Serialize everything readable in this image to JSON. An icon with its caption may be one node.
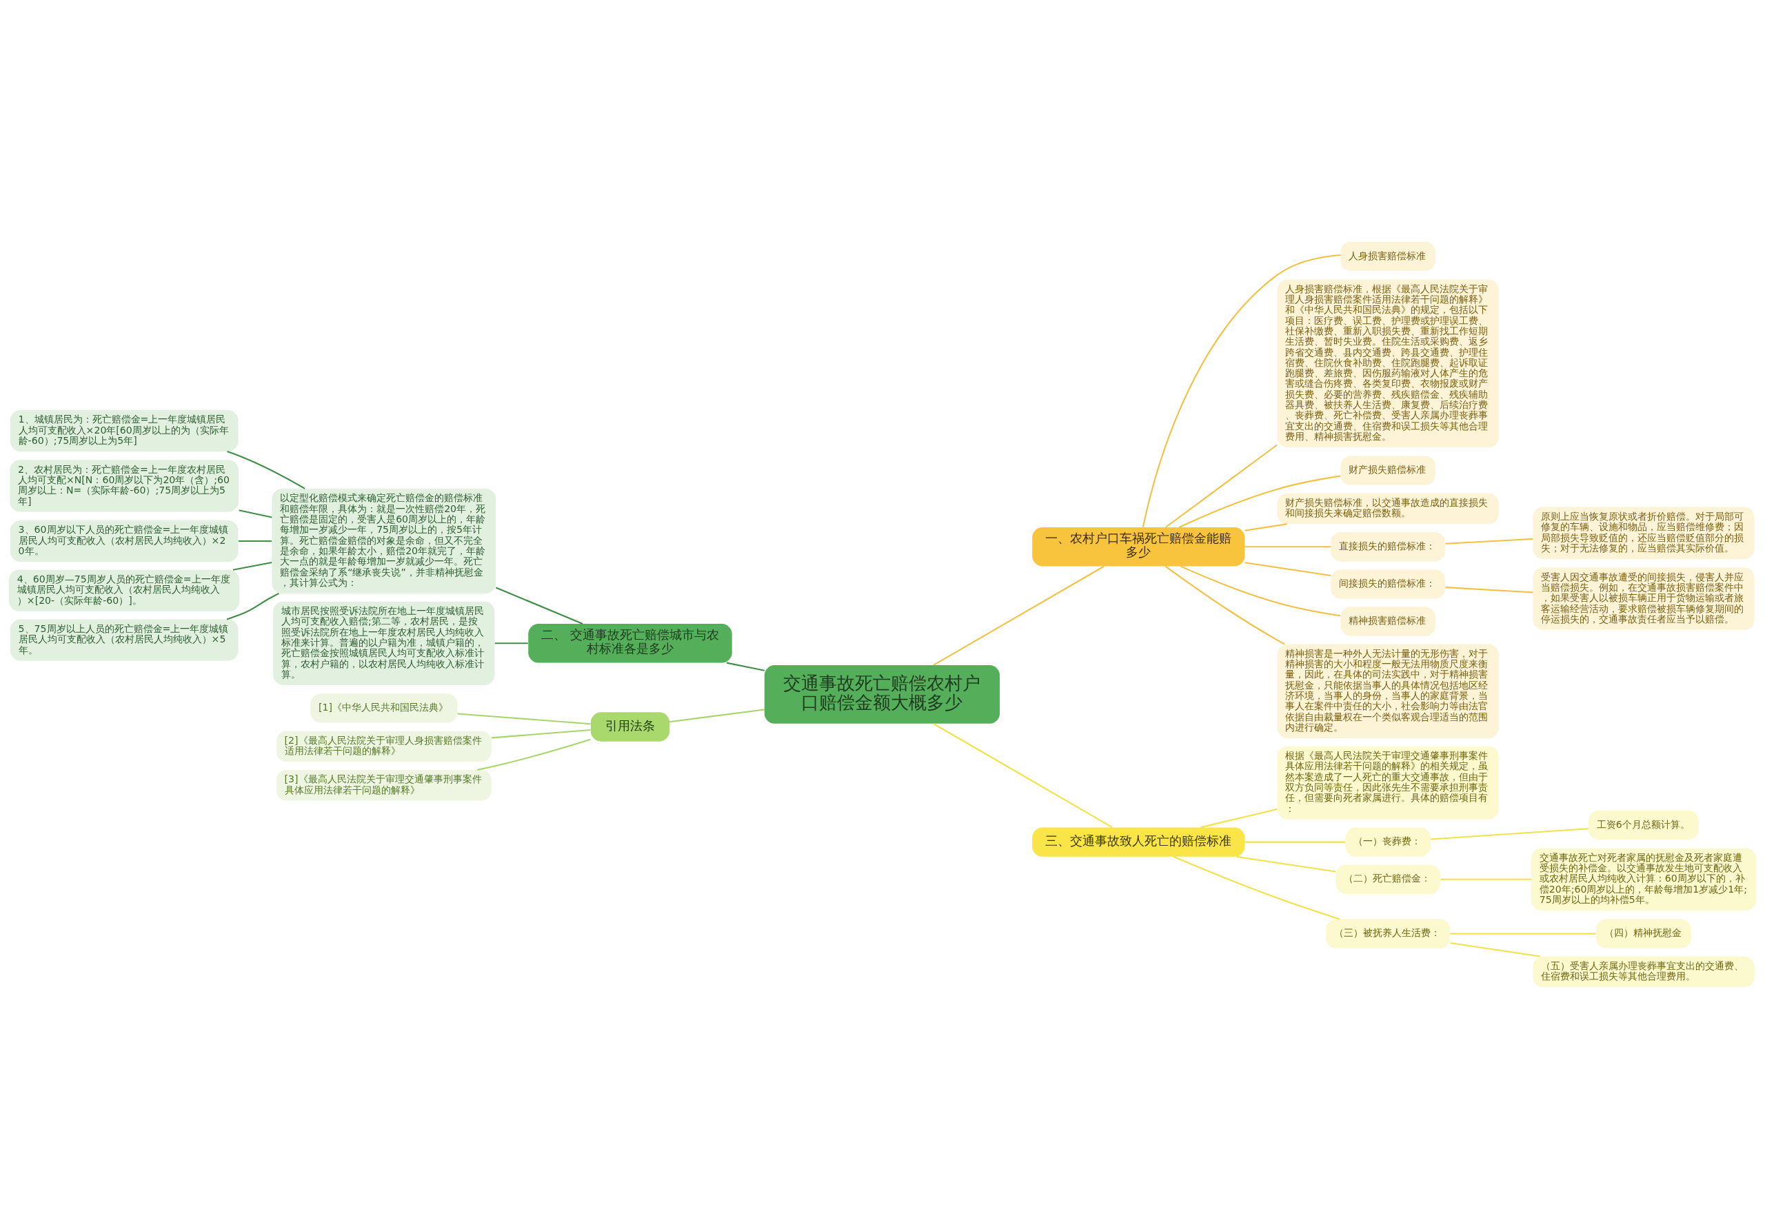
{
  "diagram": {
    "nodes": [
      {
        "text": [
          "交通事故死亡赔偿农村户口赔偿金额大概多少"
        ]
      },
      {
        "text": [
          "一、农村户口车祸死亡赔偿金能赔多少"
        ]
      },
      {
        "text": [
          "人身损害赔偿标准"
        ]
      },
      {
        "text": [
          "人身损害赔偿标准，根据《最高人民法院关于审理人身损害赔偿案件适用法律若干问题的解释》和《中华人民共和国民法典》的规定，包括以下项目：医疗费、误工费、护理费或护理误工费、社保补缴费、重新入职损失费、重新找工作短期生活费、暂时失业费。住院生活或采购费、返乡跨省交通费、县内交通费、跨县交通费、护理住宿费、住院伙食补助费、住院跑腿费、起诉取证跑腿费、差旅费、因伤服药输液对人体产生的危害或缝合伤疼费、各类复印费、衣物报废或财产损失费、必要的营养费、残疾赔偿金、残疾辅助器具费、被扶养人生活费、康复费、后续治疗费、丧葬费、死亡补偿费、受害人亲属办理丧葬事宜支出的交通费、住宿费和误工损失等其他合理费用、精神损害抚慰金。"
        ]
      },
      {
        "text": [
          "财产损失赔偿标准"
        ]
      },
      {
        "text": [
          "财产损失赔偿标准，以交通事故造成的直接损失和间接损失来确定赔偿数额。"
        ]
      },
      {
        "text": [
          "直接损失的赔偿标准："
        ]
      },
      {
        "text": [
          "原则上应当恢复原状或者折价赔偿。对于局部可修复的车辆、设施和物品，应当赔偿维修费；因局部损失导致贬值的，还应当赔偿贬值部分的损失；对于无法修复的，应当赔偿其实际价值。"
        ]
      },
      {
        "text": [
          "间接损失的赔偿标准："
        ]
      },
      {
        "text": [
          "受害人因交通事故遭受的间接损失，侵害人并应当赔偿损失。例如，在交通事故损害赔偿案件中，如果受害人以被损车辆正用于货物运输或者旅客运输经营活动，要求赔偿被损车辆修复期间的停运损失的，交通事故责任者应当予以赔偿。"
        ]
      },
      {
        "text": [
          "精神损害赔偿标准"
        ]
      },
      {
        "text": [
          "精神损害是一种外人无法计量的无形伤害，对于精神损害的大小和程度一般无法用物质尺度来衡量，因此，在具体的司法实践中，对于精神损害抚慰金，只能依据当事人的具体情况包括地区经济环境，当事人的身份，当事人的家庭背景，当事人在案件中责任的大小，社会影响力等由法官依据自由裁量权在一个类似客观合理适当的范围内进行确定。"
        ]
      },
      {
        "text": [
          "二、 交通事故死亡赔偿城市与农村标准各是多少"
        ]
      },
      {
        "text": [
          "以定型化赔偿模式来确定死亡赔偿金的赔偿标准和赔偿年限，具体为：就是一次性赔偿20年，死亡赔偿是固定的，受害人是60周岁以上的，年龄每增加一岁减少一年，75周岁以上的，按5年计算。死亡赔偿金赔偿的对象是余命，但又不完全是余命，如果年龄太小，赔偿20年就完了，年龄大一点的就是年龄每增加一岁就减少一年。死亡赔偿金采纳了系“继承丧失说”，并非精神抚慰金，其计算公式为："
        ]
      },
      {
        "text": [
          "1、城镇居民为：死亡赔偿金=上一年度城镇居民人均可支配收入×20年[60周岁以上的为（实际年龄-60）;75周岁以上为5年]"
        ]
      },
      {
        "text": [
          "2、农村居民为：死亡赔偿金=上一年度农村居民人均可支配×N[N：60周岁以下为20年（含）;60周岁以上：N=（实际年龄-60）;75周岁以上为5年]"
        ]
      },
      {
        "text": [
          "3、60周岁以下人员的死亡赔偿金=上一年度城镇居民人均可支配收入（农村居民人均纯收入）×20年。"
        ]
      },
      {
        "text": [
          "4、60周岁—75周岁人员的死亡赔偿金=上一年度城镇居民人均可支配收入（农村居民人均纯收入）×[20-（实际年龄-60）]。"
        ]
      },
      {
        "text": [
          "5、75周岁以上人员的死亡赔偿金=上一年度城镇居民人均可支配收入（农村居民人均纯收入）×5年。"
        ]
      },
      {
        "text": [
          "城市居民按照受诉法院所在地上一年度城镇居民人均可支配收入赔偿;第二等，农村居民，是按照受诉法院所在地上一年度农村居民人均纯收入标准来计算。普遍的以户籍为准，城镇户籍的，死亡赔偿金按照城镇居民人均可支配收入标准计算，农村户籍的，以农村居民人均纯收入标准计算。"
        ]
      },
      {
        "text": [
          "三、交通事故致人死亡的赔偿标准"
        ]
      },
      {
        "text": [
          "根据《最高人民法院关于审理交通肇事刑事案件具体应用法律若干问题的解释》的相关规定，虽然本案造成了一人死亡的重大交通事故，但由于双方负同等责任，因此张先生不需要承担刑事责任，但需要向死者家属进行。具体的赔偿项目有："
        ]
      },
      {
        "text": [
          "（一）丧葬费："
        ]
      },
      {
        "text": [
          "工资6个月总额计算。"
        ]
      },
      {
        "text": [
          "（二）死亡赔偿金："
        ]
      },
      {
        "text": [
          "交通事故死亡对死者家属的抚慰金及死者家庭遭受损失的补偿金。以交通事故发生地可支配收入或农村居民人均纯收入计算：60周岁以下的，补偿20年;60周岁以上的，年龄每增加1岁减少1年;75周岁以上的均补偿5年。"
        ]
      },
      {
        "text": [
          "（三）被抚养人生活费："
        ]
      },
      {
        "text": [
          "（四）精神抚慰金"
        ]
      },
      {
        "text": [
          "（五）受害人亲属办理丧葬事宜支出的交通费、住宿费和误工损失等其他合理费用。"
        ]
      },
      {
        "text": [
          "引用法条"
        ]
      },
      {
        "text": [
          "[1]《中华人民共和国民法典》"
        ]
      },
      {
        "text": [
          "[2]《最高人民法院关于审理人身损害赔偿案件适用法律若干问题的解释》"
        ]
      },
      {
        "text": [
          "[3]《最高人民法院关于审理交通肇事刑事案件具体应用法律若干问题的解释》"
        ]
      }
    ],
    "edges": [
      {
        "from": 0,
        "to": 1,
        "arrow": "none",
        "color": "#f2c143"
      },
      {
        "from": 1,
        "to": 2,
        "arrow": "none",
        "color": "#f2c143"
      },
      {
        "from": 1,
        "to": 3,
        "arrow": "none",
        "color": "#f2c143"
      },
      {
        "from": 1,
        "to": 4,
        "arrow": "none",
        "color": "#f2c143"
      },
      {
        "from": 1,
        "to": 5,
        "arrow": "none",
        "color": "#f2c143"
      },
      {
        "from": 1,
        "to": 6,
        "arrow": "none",
        "color": "#f2c143"
      },
      {
        "from": 6,
        "to": 7,
        "arrow": "none",
        "color": "#f2c143"
      },
      {
        "from": 1,
        "to": 8,
        "arrow": "none",
        "color": "#f2c143"
      },
      {
        "from": 8,
        "to": 9,
        "arrow": "none",
        "color": "#f2c143"
      },
      {
        "from": 1,
        "to": 10,
        "arrow": "none",
        "color": "#f2c143"
      },
      {
        "from": 1,
        "to": 11,
        "arrow": "none",
        "color": "#f2c143"
      },
      {
        "from": 0,
        "to": 12,
        "arrow": "none",
        "color": "#3f8f46"
      },
      {
        "from": 12,
        "to": 13,
        "arrow": "none",
        "color": "#3f8f46"
      },
      {
        "from": 13,
        "to": 14,
        "arrow": "none",
        "color": "#3f8f46"
      },
      {
        "from": 13,
        "to": 15,
        "arrow": "none",
        "color": "#3f8f46"
      },
      {
        "from": 13,
        "to": 16,
        "arrow": "none",
        "color": "#3f8f46"
      },
      {
        "from": 13,
        "to": 17,
        "arrow": "none",
        "color": "#3f8f46"
      },
      {
        "from": 13,
        "to": 18,
        "arrow": "none",
        "color": "#3f8f46"
      },
      {
        "from": 12,
        "to": 19,
        "arrow": "none",
        "color": "#3f8f46"
      },
      {
        "from": 0,
        "to": 20,
        "arrow": "none",
        "color": "#f2e24a"
      },
      {
        "from": 20,
        "to": 21,
        "arrow": "none",
        "color": "#f2e24a"
      },
      {
        "from": 20,
        "to": 22,
        "arrow": "none",
        "color": "#f2e24a"
      },
      {
        "from": 22,
        "to": 23,
        "arrow": "none",
        "color": "#f2e24a"
      },
      {
        "from": 20,
        "to": 24,
        "arrow": "none",
        "color": "#f2e24a"
      },
      {
        "from": 24,
        "to": 25,
        "arrow": "none",
        "color": "#f2e24a"
      },
      {
        "from": 20,
        "to": 26,
        "arrow": "none",
        "color": "#f2e24a"
      },
      {
        "from": 26,
        "to": 27,
        "arrow": "none",
        "color": "#f2e24a"
      },
      {
        "from": 26,
        "to": 28,
        "arrow": "none",
        "color": "#f2e24a"
      },
      {
        "from": 0,
        "to": 29,
        "arrow": "none",
        "color": "#a6d56b"
      },
      {
        "from": 29,
        "to": 30,
        "arrow": "none",
        "color": "#a6d56b"
      },
      {
        "from": 29,
        "to": 31,
        "arrow": "none",
        "color": "#a6d56b"
      },
      {
        "from": 29,
        "to": 32,
        "arrow": "none",
        "color": "#a6d56b"
      }
    ]
  }
}
